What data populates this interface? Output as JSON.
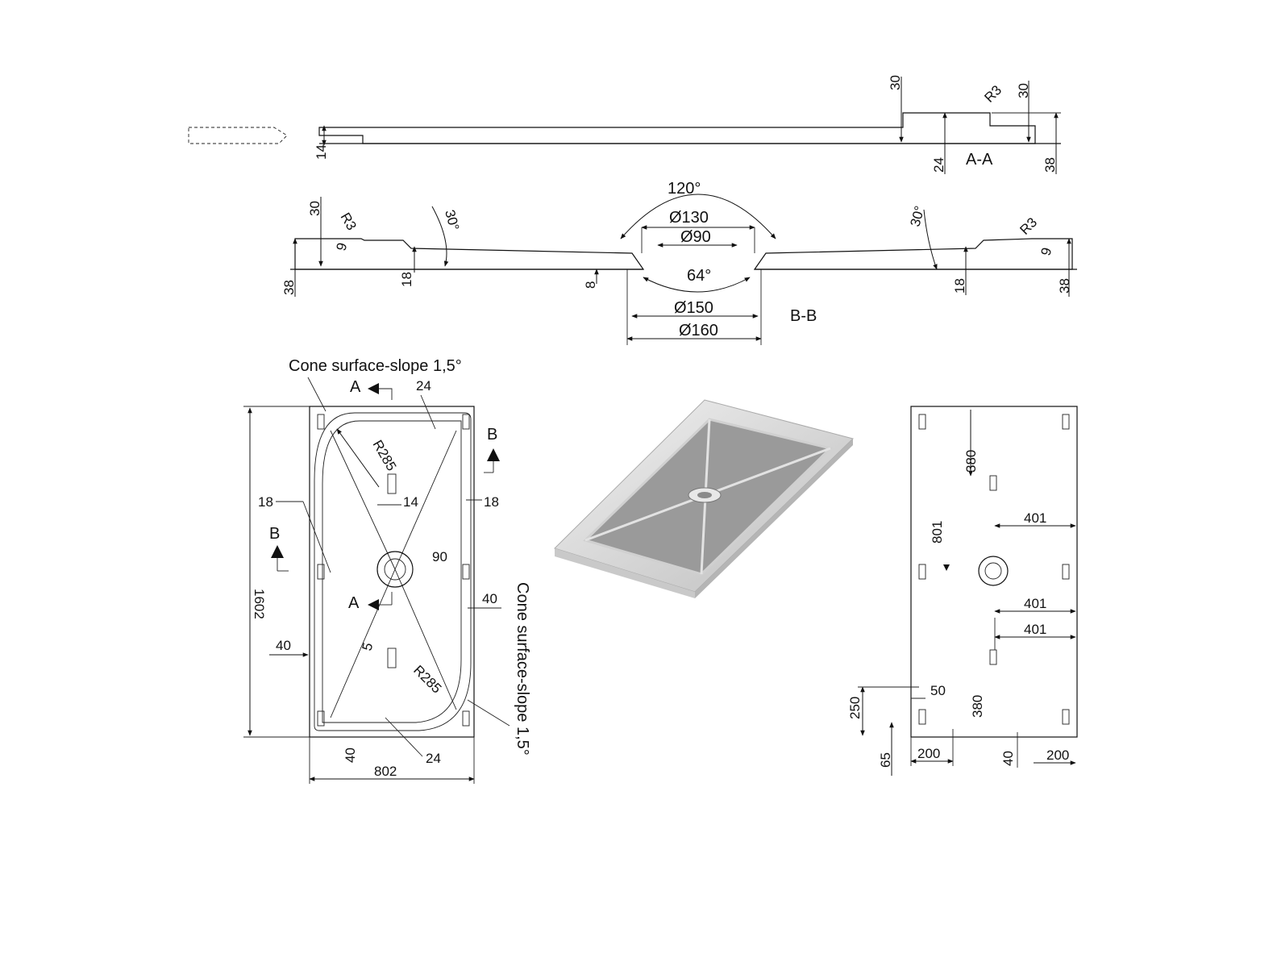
{
  "section_aa": {
    "label": "A-A",
    "dims": {
      "d30a": "30",
      "r3": "R3",
      "d30b": "30",
      "d14": "14",
      "d24": "24",
      "d38": "38"
    }
  },
  "section_bb": {
    "label": "B-B",
    "dims": {
      "d30": "30",
      "r3l": "R3",
      "ang30l": "30°",
      "d9": "9",
      "d38l": "38",
      "d18l": "18",
      "d8": "8",
      "ang120": "120°",
      "dia130": "Ø130",
      "dia90": "Ø90",
      "ang64": "64°",
      "dia150": "Ø150",
      "dia160": "Ø160",
      "ang30r": "30°",
      "r3r": "R3",
      "d9r": "9",
      "d18r": "18",
      "d38r": "38"
    }
  },
  "plan": {
    "cone_label_top": "Cone surface-slope   1,5°",
    "cone_label_side": "Cone surface-slope   1,5°",
    "arrow_a": "A",
    "arrow_b": "B",
    "dims": {
      "d24t": "24",
      "r285t": "R285",
      "d14": "14",
      "d18l": "18",
      "d18r": "18",
      "d90": "90",
      "d1602": "1602",
      "d40l": "40",
      "d40r": "40",
      "d5": "5",
      "r285b": "R285",
      "d40b": "40",
      "d24b": "24",
      "d802": "802"
    }
  },
  "bottom_view": {
    "dims": {
      "d380t": "380",
      "d401a": "401",
      "d801": "801",
      "d401b": "401",
      "d401c": "401",
      "d50": "50",
      "d250": "250",
      "d380b": "380",
      "d65": "65",
      "d200l": "200",
      "d40": "40",
      "d200r": "200"
    }
  },
  "colors": {
    "ink": "#111111",
    "tray_top": "#e6e6e6",
    "tray_basin": "#9a9a9a",
    "tray_edge": "#c9c9c9"
  }
}
